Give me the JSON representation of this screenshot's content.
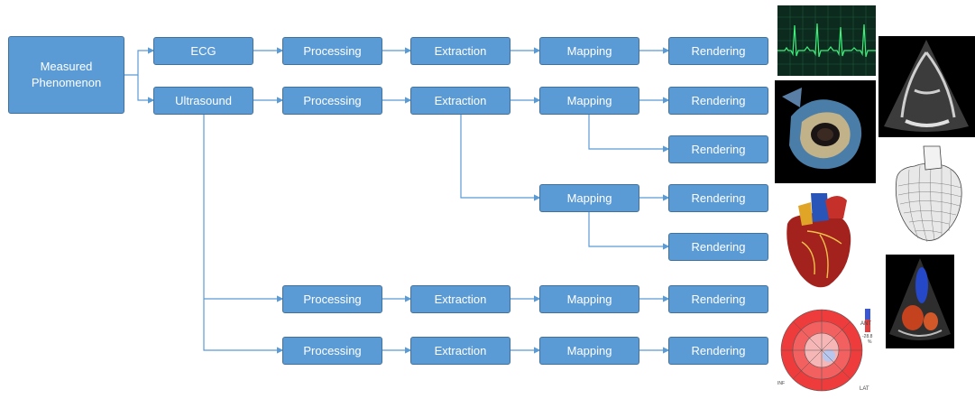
{
  "nodes": {
    "source": "Measured\nPhenomenon",
    "ecg": "ECG",
    "ultrasound": "Ultrasound",
    "processing": "Processing",
    "extraction": "Extraction",
    "mapping": "Mapping",
    "rendering": "Rendering"
  },
  "image_labels": {
    "bullseye_ant": "ANT",
    "bullseye_lat": "LAT",
    "bullseye_inf": "INF",
    "bullseye_scale": "-28.8",
    "bullseye_unit": "%"
  },
  "colors": {
    "box_fill": "#5b9bd5",
    "box_border": "#41719c",
    "connector": "#5b9bd5"
  }
}
